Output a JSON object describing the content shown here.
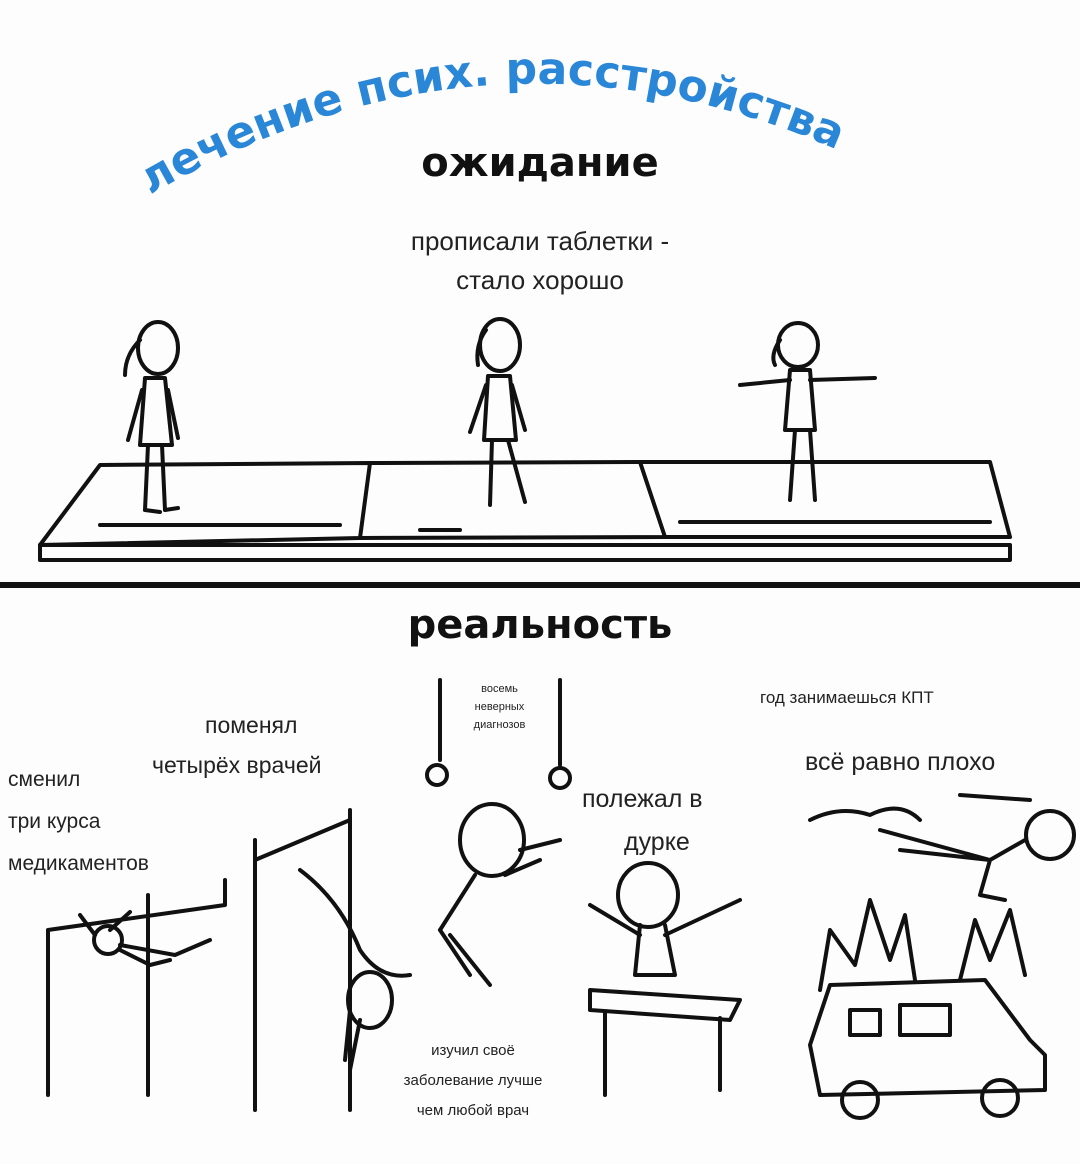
{
  "arc_title": "лечение псих. расстройства",
  "expectation": {
    "heading": "ожидание",
    "caption_line1": "прописали таблетки -",
    "caption_line2": "стало хорошо"
  },
  "reality": {
    "heading": "реальность",
    "changed_courses": [
      "сменил",
      "три курса",
      "медикаментов"
    ],
    "changed_doctors": [
      "поменял",
      "четырёх врачей"
    ],
    "wrong_diagnoses": [
      "восемь",
      "неверных",
      "диагнозов"
    ],
    "hospital": [
      "полежал в",
      "дурке"
    ],
    "cbt_line1": "год занимаешься КПТ",
    "cbt_line2": "всё равно плохо",
    "studied": [
      "изучил своё",
      "заболевание лучше",
      "чем любой врач"
    ]
  },
  "colors": {
    "arc_title": "#2a86d6",
    "ink": "#111111"
  }
}
